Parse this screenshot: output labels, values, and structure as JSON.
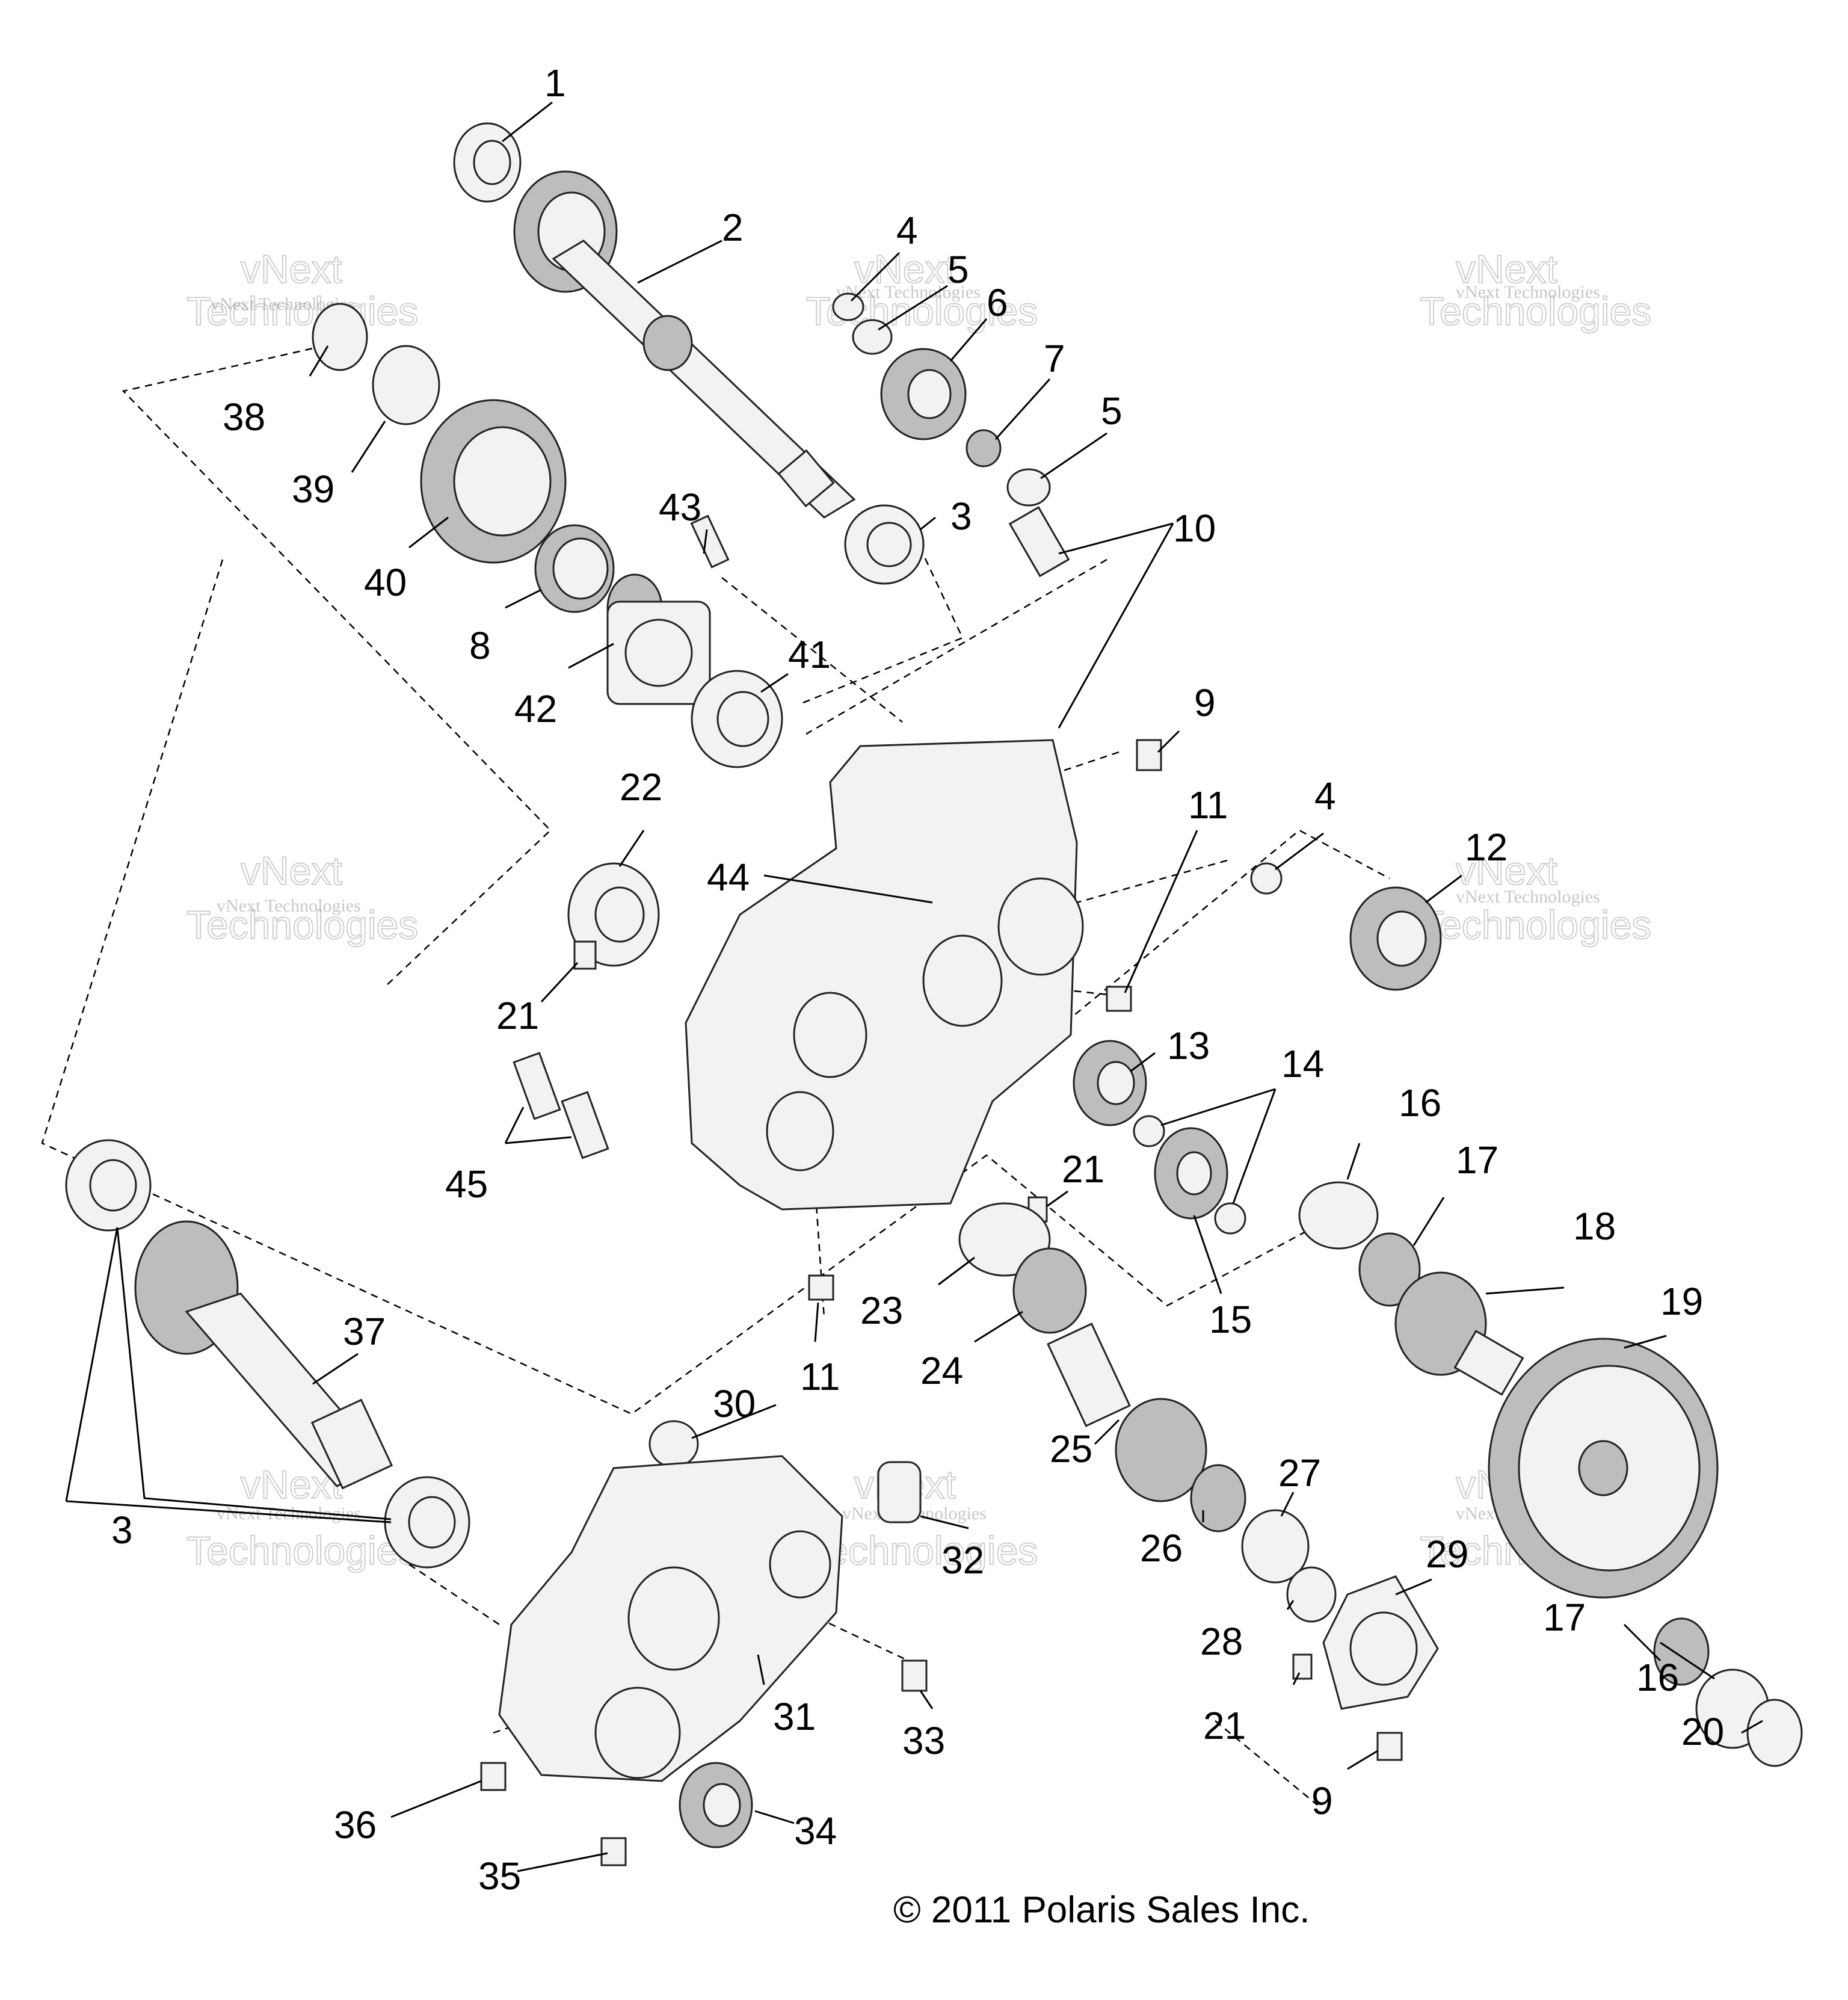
{
  "diagram": {
    "copyright": "© 2011 Polaris Sales Inc.",
    "watermark": {
      "small": "vNext Technologies",
      "large_top": "vNext",
      "large_bottom": "Technologies"
    },
    "callouts": {
      "c1": "1",
      "c2": "2",
      "c3a": "3",
      "c3b": "3",
      "c4a": "4",
      "c4b": "4",
      "c5a": "5",
      "c5b": "5",
      "c6": "6",
      "c7": "7",
      "c8": "8",
      "c9a": "9",
      "c9b": "9",
      "c10": "10",
      "c11a": "11",
      "c11b": "11",
      "c12": "12",
      "c13": "13",
      "c14": "14",
      "c15": "15",
      "c16a": "16",
      "c16b": "16",
      "c17a": "17",
      "c17b": "17",
      "c18": "18",
      "c19": "19",
      "c20": "20",
      "c21a": "21",
      "c21b": "21",
      "c21c": "21",
      "c22": "22",
      "c23": "23",
      "c24": "24",
      "c25": "25",
      "c26": "26",
      "c27": "27",
      "c28": "28",
      "c29": "29",
      "c30": "30",
      "c31": "31",
      "c32": "32",
      "c33": "33",
      "c34": "34",
      "c35": "35",
      "c36": "36",
      "c37": "37",
      "c38": "38",
      "c39": "39",
      "c40": "40",
      "c41": "41",
      "c42": "42",
      "c43": "43",
      "c44": "44",
      "c45": "45"
    }
  }
}
